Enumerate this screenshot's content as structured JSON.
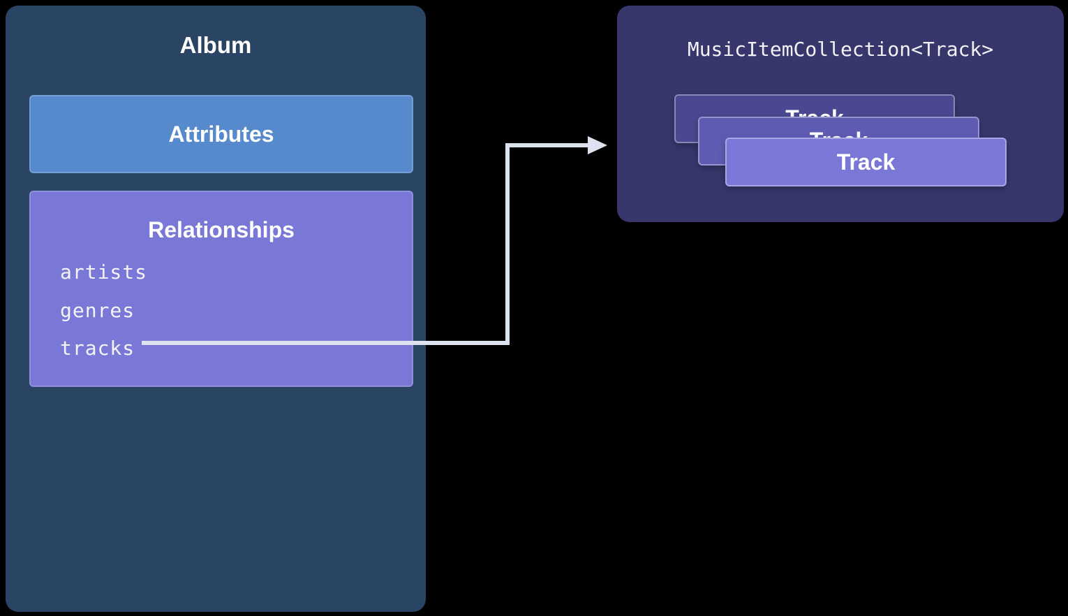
{
  "colors": {
    "background": "#000000",
    "album_panel": "#2a4464",
    "attributes": "#568acc",
    "relationships": "#7a78d6",
    "collection_panel": "#37376c",
    "track_back": "#4a4890",
    "track_middle": "#5e5cb2",
    "track_front": "#7a78d6",
    "connector": "#dde3ee"
  },
  "album": {
    "title": "Album",
    "attributes_label": "Attributes",
    "relationships": {
      "title": "Relationships",
      "items": [
        "artists",
        "genres",
        "tracks"
      ]
    }
  },
  "collection": {
    "title": "MusicItemCollection<Track>",
    "tracks": [
      "Track",
      "Track",
      "Track"
    ]
  }
}
